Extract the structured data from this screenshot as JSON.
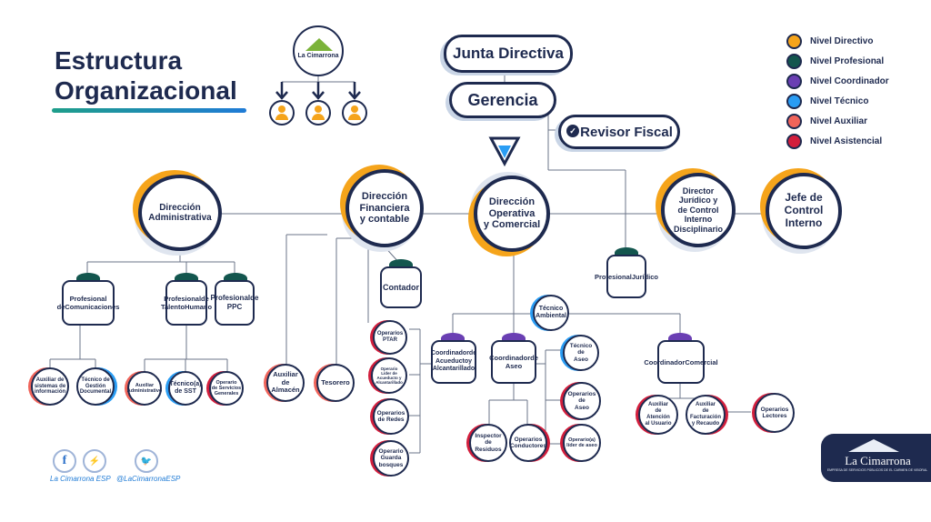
{
  "title": {
    "line1": "Estructura",
    "line2": "Organizacional"
  },
  "logo_label": "La Cimarrona",
  "legend": [
    {
      "label": "Nivel Directivo",
      "color": "#f5a41b"
    },
    {
      "label": "Nivel Profesional",
      "color": "#13564e"
    },
    {
      "label": "Nivel Coordinador",
      "color": "#6a3fb3"
    },
    {
      "label": "Nivel Técnico",
      "color": "#2a9df4"
    },
    {
      "label": "Nivel Auxiliar",
      "color": "#f0645a"
    },
    {
      "label": "Nivel Asistencial",
      "color": "#d21e3c"
    }
  ],
  "top": {
    "junta": "Junta Directiva",
    "gerencia": "Gerencia",
    "revisor": "Revisor Fiscal"
  },
  "directors": {
    "administrativa": [
      "Dirección",
      "Administrativa"
    ],
    "financiera": [
      "Dirección",
      "Financiera",
      "y contable"
    ],
    "operativa": [
      "Dirección",
      "Operativa",
      "y Comercial"
    ],
    "juridico": [
      "Director",
      "Jurídico y",
      "de Control",
      "Interno",
      "Disciplinario"
    ],
    "control": [
      "Jefe de",
      "Control",
      "Interno"
    ]
  },
  "professionals": {
    "comunicaciones": [
      "Profesional de",
      "Comunicaciones"
    ],
    "talento": [
      "Profesional",
      "de Talento",
      "Humano"
    ],
    "ppc": [
      "Profesional",
      "de PPC"
    ],
    "contador": [
      "Contador"
    ],
    "juridico": [
      "Profesional",
      "Jurídico"
    ]
  },
  "coordinators": {
    "acueducto": [
      "Coordinador",
      "de Acueducto",
      "y Alcantarillado"
    ],
    "aseo": [
      "Coordinador",
      "de Aseo"
    ],
    "comercial": [
      "Coordinador",
      "Comercial"
    ]
  },
  "tecnico_ambiental": [
    "Técnico",
    "Ambiental"
  ],
  "small": {
    "aux_sistemas": [
      "Auxiliar de",
      "sistemas de",
      "información"
    ],
    "tec_gestion": [
      "Técnico de",
      "Gestión",
      "Documental"
    ],
    "aux_admin": [
      "Auxiliar",
      "Administrativo"
    ],
    "tec_sst": [
      "Técnico(a)",
      "de SST"
    ],
    "op_servicios": [
      "Operario",
      "de Servicios",
      "Generales"
    ],
    "aux_almacen": [
      "Auxiliar",
      "de",
      "Almacén"
    ],
    "tesorero": [
      "Tesorero"
    ],
    "op_ptar": [
      "Operarios",
      "PTAR"
    ],
    "op_lider_acueducto": [
      "Operario",
      "Líder de",
      "Acueducto y",
      "Alcantarillado"
    ],
    "op_redes": [
      "Operarios",
      "de Redes"
    ],
    "op_guarda": [
      "Operario",
      "Guarda",
      "bosques"
    ],
    "inspector": [
      "Inspector",
      "de",
      "Residuos"
    ],
    "conductores": [
      "Operarios",
      "Conductores"
    ],
    "tec_aseo": [
      "Técnico",
      "de",
      "Aseo"
    ],
    "op_aseo": [
      "Operarios",
      "de",
      "Aseo"
    ],
    "lider_aseo": [
      "Operario(a)",
      "líder de aseo"
    ],
    "aux_atencion": [
      "Auxiliar",
      "de",
      "Atención",
      "al Usuario"
    ],
    "aux_facturacion": [
      "Auxiliar",
      "de",
      "Facturación",
      "y Recaudo"
    ],
    "op_lectores": [
      "Operarios",
      "Lectores"
    ]
  },
  "social": {
    "facebook": "La Cimarrona ESP",
    "twitter": "@LaCimarronaESP"
  },
  "brand": {
    "name": "La Cimarrona",
    "tagline": "EMPRESA DE SERVICIOS PÚBLICOS DE EL CARMEN DE VIBORAL"
  }
}
